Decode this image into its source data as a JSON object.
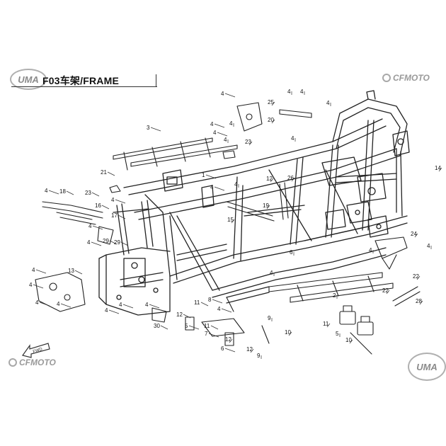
{
  "header": {
    "title": "F03车架/FRAME"
  },
  "brand": {
    "uma_text": "UMA",
    "cfmoto_text": "CFMOTO"
  },
  "direction_badge": "FWD",
  "callouts": [
    {
      "n": "4"
    },
    {
      "n": "4"
    },
    {
      "n": "25"
    },
    {
      "n": "4"
    },
    {
      "n": "20"
    },
    {
      "n": "4"
    },
    {
      "n": "3"
    },
    {
      "n": "4"
    },
    {
      "n": "23"
    },
    {
      "n": "4"
    },
    {
      "n": "4"
    },
    {
      "n": "1"
    },
    {
      "n": "21"
    },
    {
      "n": "14"
    },
    {
      "n": "4"
    },
    {
      "n": "18"
    },
    {
      "n": "23"
    },
    {
      "n": "26"
    },
    {
      "n": "4"
    },
    {
      "n": "4"
    },
    {
      "n": "16"
    },
    {
      "n": "4"
    },
    {
      "n": "17"
    },
    {
      "n": "15"
    },
    {
      "n": "19"
    },
    {
      "n": "4"
    },
    {
      "n": "29"
    },
    {
      "n": "29"
    },
    {
      "n": "4"
    },
    {
      "n": "24"
    },
    {
      "n": "6"
    },
    {
      "n": "4"
    },
    {
      "n": "13"
    },
    {
      "n": "4"
    },
    {
      "n": "4"
    },
    {
      "n": "4"
    },
    {
      "n": "4"
    },
    {
      "n": "4"
    },
    {
      "n": "4"
    },
    {
      "n": "2"
    },
    {
      "n": "22"
    },
    {
      "n": "22"
    },
    {
      "n": "28"
    },
    {
      "n": "11"
    },
    {
      "n": "8"
    },
    {
      "n": "4"
    },
    {
      "n": "5"
    },
    {
      "n": "12"
    },
    {
      "n": "11"
    },
    {
      "n": "9"
    },
    {
      "n": "7"
    },
    {
      "n": "10"
    },
    {
      "n": "30"
    },
    {
      "n": "11"
    },
    {
      "n": "5"
    },
    {
      "n": "10"
    },
    {
      "n": "6"
    },
    {
      "n": "12"
    },
    {
      "n": "9"
    },
    {
      "n": "12"
    },
    {
      "n": "4"
    },
    {
      "n": "4"
    },
    {
      "n": "12"
    },
    {
      "n": "4"
    },
    {
      "n": "4"
    },
    {
      "n": "4"
    }
  ]
}
